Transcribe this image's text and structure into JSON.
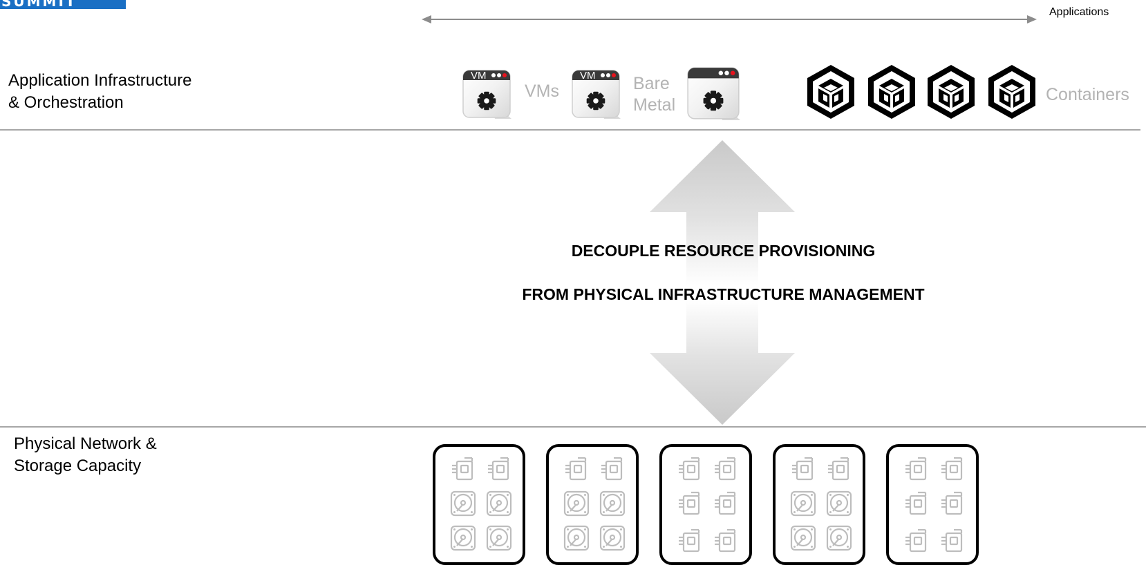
{
  "logo": {
    "text": "SUMMIT"
  },
  "top_axis": {
    "right_label": "Applications"
  },
  "layers": {
    "upper": {
      "label_line1": "Application Infrastructure",
      "label_line2": "& Orchestration",
      "vm_badge": "VM",
      "text_vms": "VMs",
      "text_bare_1": "Bare",
      "text_bare_2": "Metal",
      "text_containers": "Containers"
    },
    "lower": {
      "label_line1": "Physical Network &",
      "label_line2": "Storage Capacity"
    }
  },
  "center": {
    "line1": "DECOUPLE RESOURCE PROVISIONING",
    "line2": "FROM PHYSICAL INFRASTRUCTURE MANAGEMENT"
  },
  "icons": {
    "window": "app-window-gear-icon",
    "container": "container-cube-icon",
    "server": "server-rack-icon",
    "disk": "hard-disk-icon",
    "arrow": "double-arrow-icon"
  },
  "colors": {
    "logo_blue": "#1a6fc4",
    "muted_text": "#b3b3b3",
    "rule": "#a6a6a6",
    "arrow_gray": "#cccccc",
    "window_bar": "#3a3a3a",
    "window_dot_red": "#e8121d"
  }
}
